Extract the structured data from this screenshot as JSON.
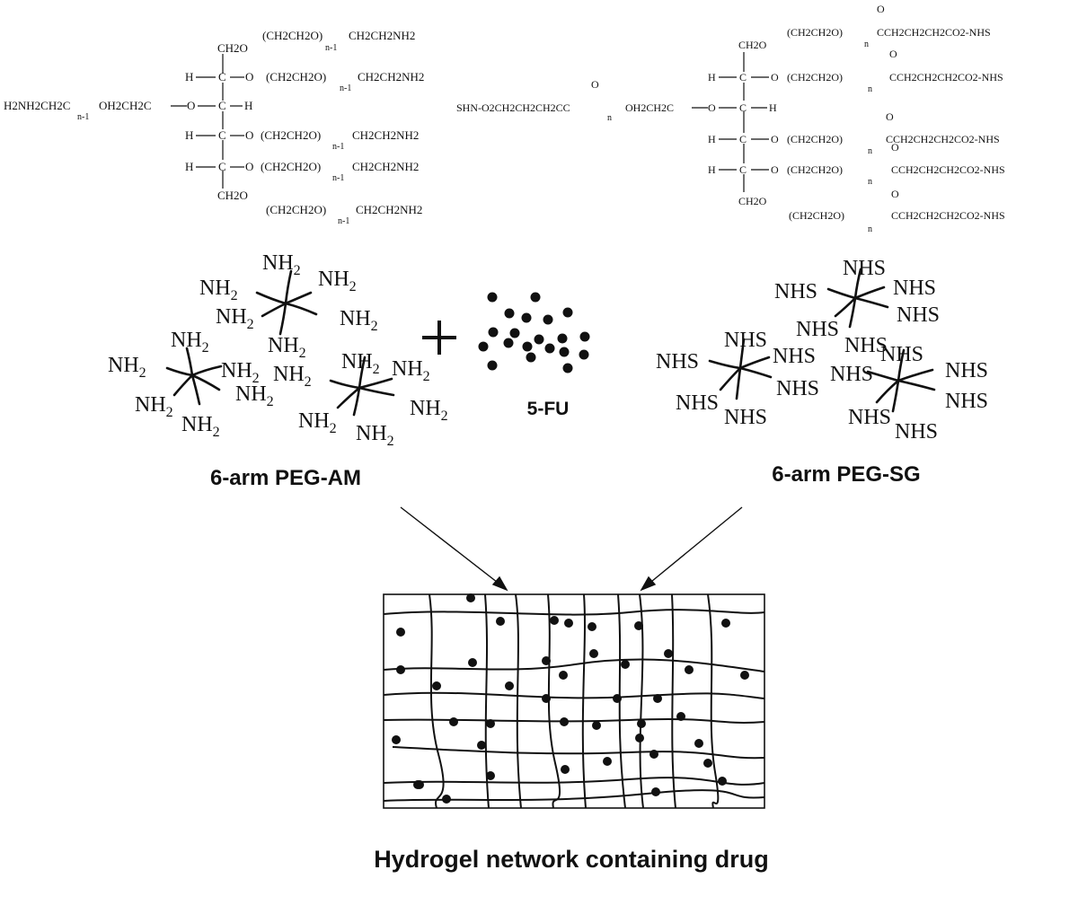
{
  "peg_am_structure": {
    "arm1": "(CH2CH2O)",
    "arm1_sub": "n-1",
    "arm1_end": "CH2CH2NH2",
    "ch2o_top": "CH2O",
    "ch2o_bottom": "CH2O",
    "h": "H",
    "c": "C",
    "o": "O",
    "left_chain": "H2NH2CH2C",
    "left_repeat": "OH2CH2C",
    "left_sub": "n-1",
    "arms": [
      {
        "repeat": "(CH2CH2O)",
        "sub": "n-1",
        "end": "CH2CH2NH2"
      },
      {
        "repeat": "(CH2CH2O)",
        "sub": "n-1",
        "end": "CH2CH2NH2"
      },
      {
        "repeat": "(CH2CH2O)",
        "sub": "n-1",
        "end": "CH2CH2NH2"
      },
      {
        "repeat": "(CH2CH2O)",
        "sub": "n-1",
        "end": "CH2CH2NH2"
      },
      {
        "repeat": "(CH2CH2O)",
        "sub": "n-1",
        "end": "CH2CH2NH2"
      }
    ]
  },
  "peg_sg_structure": {
    "left_chain": "SHN-O2CH2CH2CH2CC",
    "left_repeat": "OH2CH2C",
    "left_sub": "n",
    "ch2o_top": "CH2O",
    "ch2o_bottom": "CH2O",
    "h": "H",
    "c": "C",
    "o": "O",
    "carbonyl_o": "O",
    "arms": [
      {
        "repeat": "(CH2CH2O)",
        "sub": "n",
        "end": "CCH2CH2CH2CO2-NHS"
      },
      {
        "repeat": "(CH2CH2O)",
        "sub": "n",
        "end": "CCH2CH2CH2CO2-NHS"
      },
      {
        "repeat": "(CH2CH2O)",
        "sub": "n",
        "end": "CCH2CH2CH2CO2-NHS"
      },
      {
        "repeat": "(CH2CH2O)",
        "sub": "n",
        "end": "CCH2CH2CH2CO2-NHS"
      },
      {
        "repeat": "(CH2CH2O)",
        "sub": "n",
        "end": "CCH2CH2CH2CO2-NHS"
      }
    ]
  },
  "groups": {
    "amine": "NH",
    "amine_sub": "2",
    "nhs": "NHS"
  },
  "labels": {
    "peg_am": "6-arm PEG-AM",
    "drug": "5-FU",
    "plus": "+",
    "peg_sg": "6-arm PEG-SG",
    "hydrogel": "Hydrogel network containing drug"
  }
}
